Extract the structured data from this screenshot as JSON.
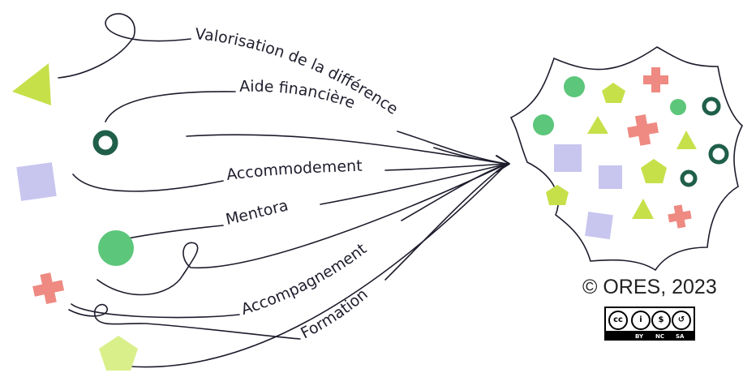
{
  "labels": {
    "valorisation": "Valorisation de la différence",
    "aide": "Aide financière",
    "accommodement": "Accommodement",
    "mentorat": "Mentorat",
    "accompagnement": "Accompagnement",
    "formation": "Formation"
  },
  "copyright": "© ORES, 2023",
  "license": {
    "cc": "cc",
    "by": "BY",
    "nc": "NC",
    "sa": "SA"
  },
  "colors": {
    "lime": "#c6e04a",
    "dark_green": "#1f5f4a",
    "lavender": "#c8c5ef",
    "green": "#5cc67a",
    "coral": "#ee8a82",
    "pale_lime": "#d9ef8a",
    "line": "#1c1c2c"
  }
}
